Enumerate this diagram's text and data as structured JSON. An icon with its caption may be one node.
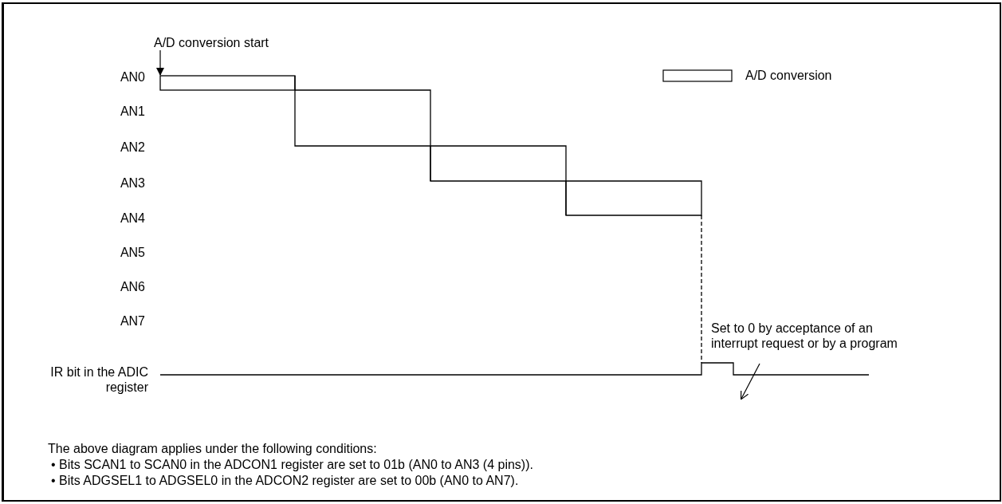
{
  "diagram": {
    "nodes": [
      {
        "text": [
          "A/D conversion start"
        ]
      },
      {
        "text": [
          "Set to 0 by acceptance of an interrupt request or by a program"
        ]
      },
      {
        "text": [],
        "shape": "box"
      }
    ],
    "edges": [
      {
        "from": 0,
        "to": 2,
        "arrow": "to"
      },
      {
        "from": 1,
        "to": null,
        "arrow": "to"
      }
    ],
    "labels": [
      "AN0",
      "AN1",
      "AN2",
      "AN3",
      "AN4",
      "AN5",
      "AN6",
      "AN7",
      "IR bit in the ADIC register",
      "The above diagram applies under the following conditions:",
      "• Bits SCAN1 to SCAN0 in the ADCON1 register are set to 01b (AN0 to AN3 (4 pins)).",
      "• Bits ADGSEL1 to ADGSEL0 in the ADCON2 register are set to 00b (AN0 to AN7)."
    ],
    "legend": [
      {
        "text": "A/D conversion"
      }
    ]
  }
}
